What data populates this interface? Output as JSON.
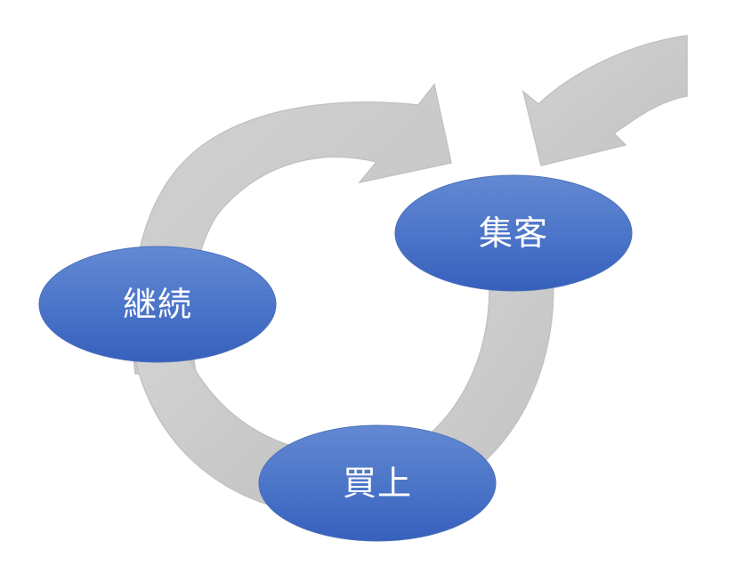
{
  "diagram": {
    "nodes": [
      {
        "id": "acquisition",
        "label": "集客"
      },
      {
        "id": "continuation",
        "label": "継続"
      },
      {
        "id": "purchase",
        "label": "買上"
      }
    ],
    "arrows": [
      {
        "name": "incoming-arrow",
        "to": "acquisition"
      },
      {
        "name": "cycle-arrow-continuation-to-acquisition",
        "from": "continuation",
        "to": "acquisition"
      },
      {
        "name": "cycle-arc-acquisition-to-purchase",
        "from": "acquisition",
        "to": "purchase"
      },
      {
        "name": "cycle-arc-purchase-to-continuation",
        "from": "purchase",
        "to": "continuation"
      }
    ],
    "colors": {
      "arrow_fill": "#cfcfcf",
      "arrow_stroke": "#c6c6c6",
      "node_fill_top": "#5f86d2",
      "node_fill_bottom": "#3b63be",
      "node_text": "#ffffff"
    }
  }
}
